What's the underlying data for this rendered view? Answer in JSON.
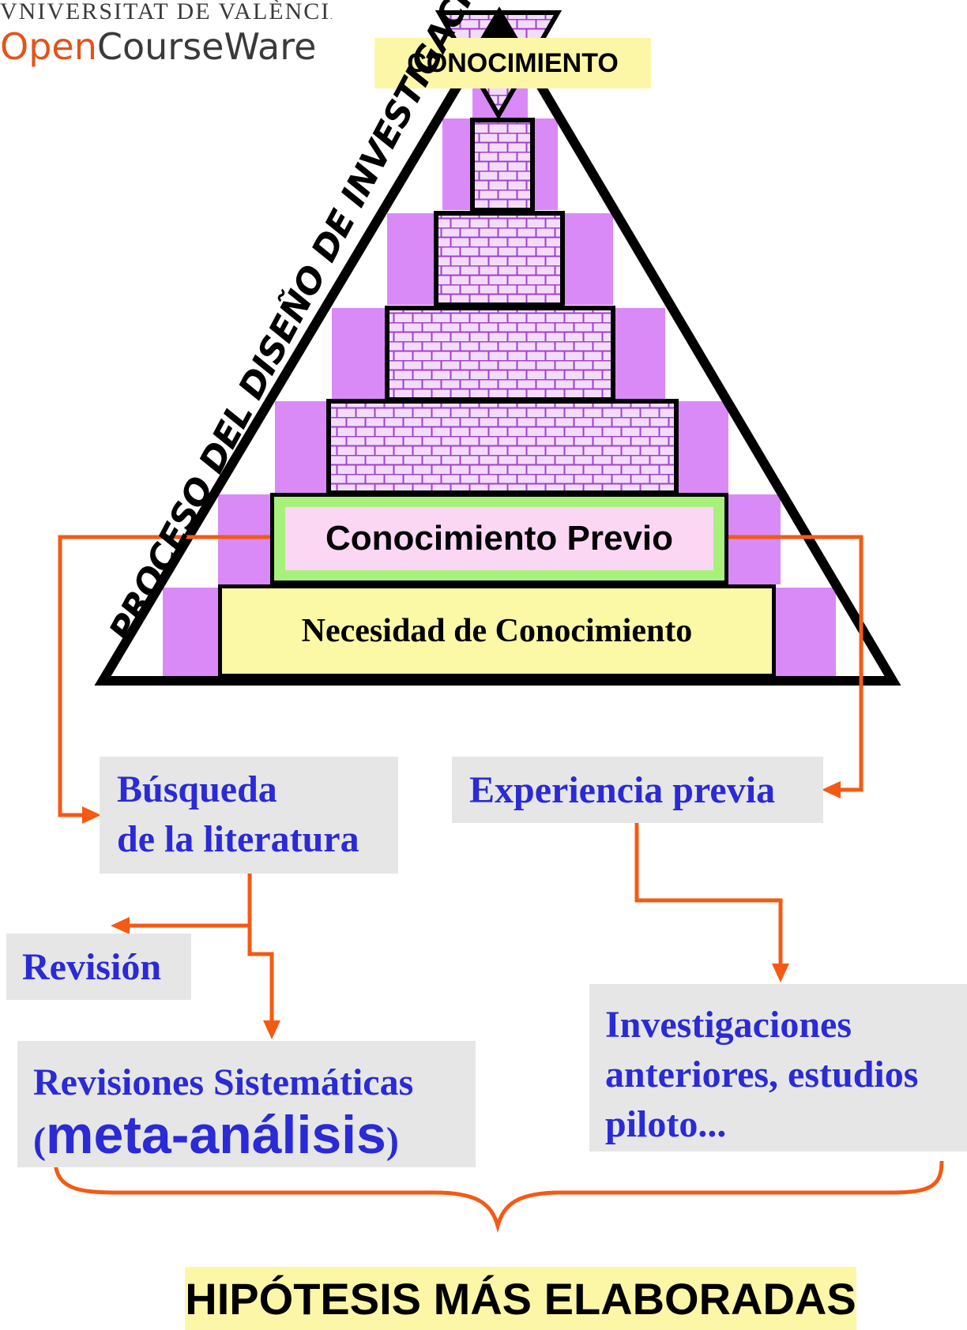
{
  "logo": {
    "university": "VNIVERSITAT DE VALÈNCIA",
    "open": "Open",
    "course_ware": "CourseWare"
  },
  "pyramid": {
    "top_label": "CONOCIMIENTO",
    "side_label": "PROCESO DEL DISEÑO DE INVESTIGACIÓN",
    "level_previous_knowledge": "Conocimiento Previo",
    "level_base": "Necesidad de Conocimiento"
  },
  "flow": {
    "literature_search": [
      "Búsqueda",
      "de la literatura"
    ],
    "previous_experience": "Experiencia previa",
    "review": "Revisión",
    "systematic_reviews": "Revisiones Sistemáticas",
    "meta_open": "(",
    "meta_analysis": "meta-análisis",
    "meta_close": ")",
    "prior_research": [
      "Investigaciones",
      "anteriores, estudios",
      "piloto..."
    ]
  },
  "conclusion": "HIPÓTESIS MÁS ELABORADAS",
  "colors": {
    "purple_block": "#d98af7",
    "brick_fill": "#f3dcf9",
    "brick_line": "#a23fd1",
    "arrow": "#f45a14",
    "yellow": "#fcf7a6",
    "green": "#a8f07c",
    "pink": "#fbd7f4",
    "gray_box": "#e6e6e6",
    "blue_text": "#2a2ad6"
  }
}
